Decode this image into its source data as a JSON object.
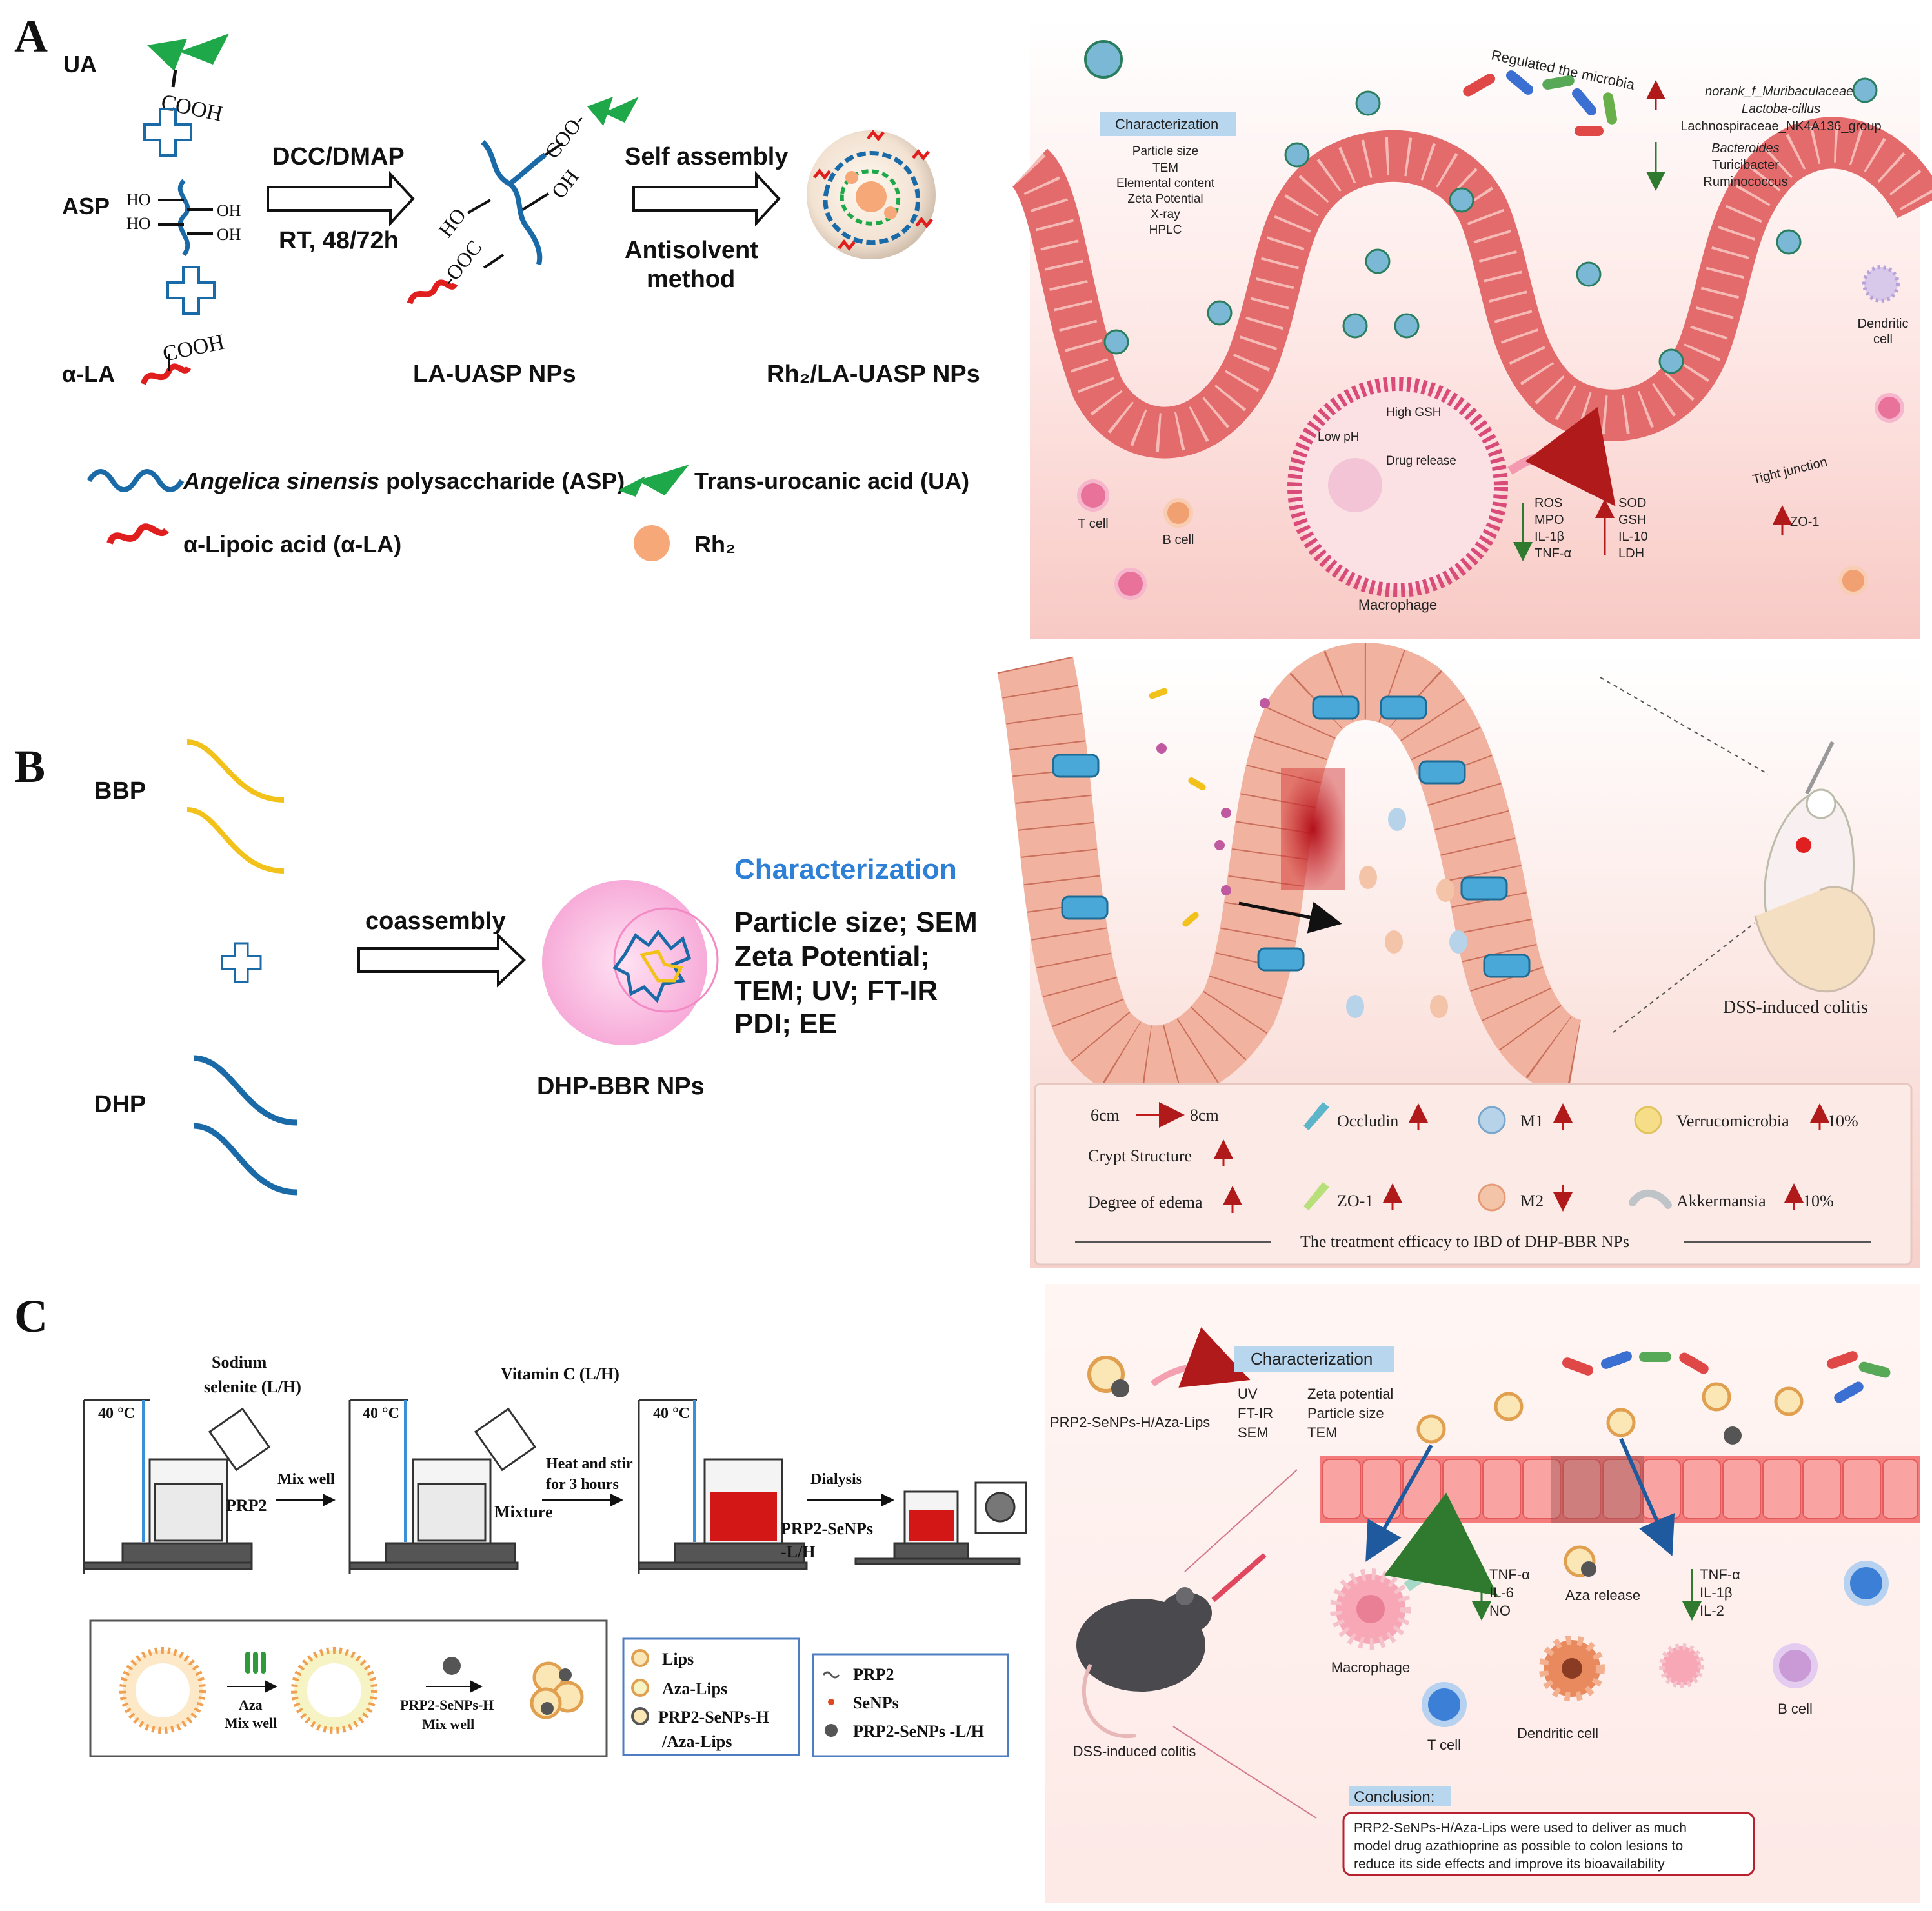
{
  "panel_a": {
    "letter": "A",
    "ua": "UA",
    "cooh_ua": "COOH",
    "asp": "ASP",
    "ho1": "HO",
    "ho2": "HO",
    "oh1": "OH",
    "oh2": "OH",
    "ala": "α-LA",
    "cooh_la": "COOH",
    "reagent": "DCC/DMAP",
    "condition": "RT, 48/72h",
    "struct_coo": "COO-",
    "struct_oh": "OH",
    "struct_ho": "HO",
    "struct_ooc": "-OOC",
    "self_assembly": "Self assembly",
    "antisolvent1": "Antisolvent",
    "antisolvent2": "method",
    "la_uasp": "LA-UASP NPs",
    "rh2_la_uasp": "Rh₂/LA-UASP NPs",
    "legend_asp_italic": "Angelica sinensis",
    "legend_asp_rest": " polysaccharide (ASP)",
    "legend_ua": "Trans-urocanic acid (UA)",
    "legend_la": "α-Lipoic acid (α-LA)",
    "legend_rh2": "Rh₂",
    "right": {
      "characterization": "Characterization",
      "char_items": [
        "Particle size",
        "TEM",
        "Elemental content",
        "Zeta Potential",
        "X-ray",
        "HPLC"
      ],
      "regulated": "Regulated the microbia",
      "up_list": [
        "norank_f_Muribaculaceae,",
        "Lactoba-cillus",
        "Lachnospiraceae_NK4A136_group"
      ],
      "down_list": [
        "Bacteroides",
        "Turicibacter",
        "Ruminococcus"
      ],
      "dendritic1": "Dendritic",
      "dendritic2": "cell",
      "high_gsh": "High GSH",
      "low_ph": "Low pH",
      "drug_release": "Drug release",
      "down_markers": [
        "ROS",
        "MPO",
        "IL-1β",
        "TNF-α"
      ],
      "up_markers": [
        "SOD",
        "GSH",
        "IL-10",
        "LDH"
      ],
      "tight_junction": "Tight junction",
      "zo1": "ZO-1",
      "t_cell": "T cell",
      "b_cell": "B cell",
      "macrophage": "Macrophage"
    }
  },
  "panel_b": {
    "letter": "B",
    "bbp": "BBP",
    "dhp": "DHP",
    "coassembly": "coassembly",
    "nps": "DHP-BBR NPs",
    "characterization": "Characterization",
    "char_lines": [
      "Particle size; SEM",
      "Zeta Potential;",
      "TEM;  UV; FT-IR",
      "PDI; EE"
    ],
    "right": {
      "dss": "DSS-induced colitis",
      "len_from": "6cm",
      "len_to": "8cm",
      "crypt": "Crypt Structure",
      "edema": "Degree of edema",
      "occludin": "Occludin",
      "zo1": "ZO-1",
      "m1": "M1",
      "m2": "M2",
      "verruco": "Verrucomicrobia",
      "verruco_pct": "10%",
      "akker": "Akkermansia",
      "akker_pct": "10%",
      "efficacy": "The treatment efficacy to IBD of DHP-BBR NPs"
    }
  },
  "panel_c": {
    "letter": "C",
    "sodium1": "Sodium",
    "sodium2": "selenite (L/H)",
    "vitc": "Vitamin C (L/H)",
    "temp": "40 °C",
    "prp2": "PRP2",
    "mix_well": "Mix well",
    "mixture": "Mixture",
    "heat1": "Heat and stir",
    "heat2": "for 3 hours",
    "dialysis": "Dialysis",
    "prp2_senps1": "PRP2-SeNPs",
    "prp2_senps2": "-L/H",
    "aza": "Aza",
    "aza_mix": "Mix well",
    "prp2h1": "PRP2-SeNPs-H",
    "prp2h2": "Mix well",
    "legend_lips": "Lips",
    "legend_aza_lips": "Aza-Lips",
    "legend_prp2h1": "PRP2-SeNPs-H",
    "legend_prp2h2": "/Aza-Lips",
    "legend_prp2": "PRP2",
    "legend_senps": "SeNPs",
    "legend_prp2lh": "PRP2-SeNPs -L/H",
    "right": {
      "characterization": "Characterization",
      "char_col1": [
        "UV",
        "FT-IR",
        "SEM"
      ],
      "char_col2": [
        "Zeta potential",
        "Particle size",
        "TEM"
      ],
      "np_label": "PRP2-SeNPs-H/Aza-Lips",
      "markers1": [
        "TNF-α",
        "IL-6",
        "NO"
      ],
      "aza_release": "Aza release",
      "markers2": [
        "TNF-α",
        "IL-1β",
        "IL-2"
      ],
      "macrophage": "Macrophage",
      "b_cell": "B cell",
      "t_cell": "T cell",
      "dendritic": "Dendritic cell",
      "dss": "DSS-induced colitis",
      "conclusion": "Conclusion:",
      "conclusion_text": [
        "PRP2-SeNPs-H/Aza-Lips were used to deliver as much",
        "model drug azathioprine as possible to colon lesions to",
        "reduce its side effects and improve its bioavailability"
      ]
    }
  },
  "colors": {
    "asp_blue": "#1a6aa8",
    "ua_green": "#1fa84a",
    "la_red": "#e01e1e",
    "rh2_orange": "#f6a878",
    "bbp_yellow": "#f2c21b",
    "characterization_blue": "#2e7fd6",
    "intestine_pink": "#f2a7a4",
    "arrow_red": "#b01a1a",
    "arrow_green": "#2f7a2f"
  }
}
